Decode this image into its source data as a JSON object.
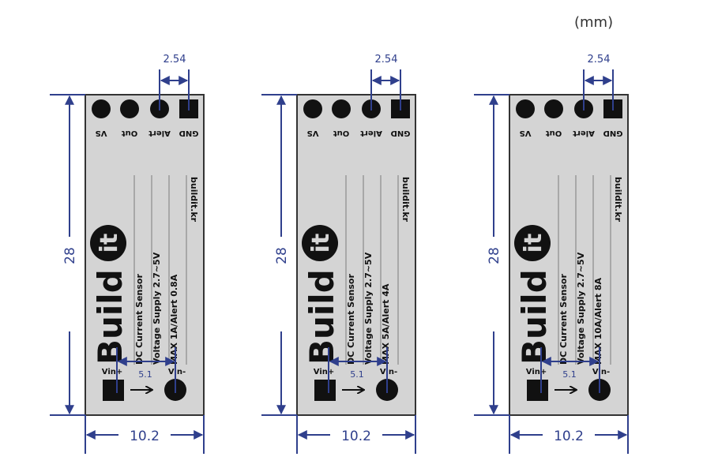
{
  "unit_label": "(mm)",
  "colors": {
    "dimension": "#2f3f8c",
    "board": "#d4d4d4",
    "ink": "#111111"
  },
  "boards": [
    {
      "pins": [
        "VS",
        "Out",
        "Alert",
        "GND"
      ],
      "line1": "DC Current Sensor",
      "line2": "Voltage Supply 2.7~5V",
      "line3": "MAX 1A/Alert 0.8A",
      "url": "buildit.kr",
      "logo_main": "Build",
      "logo_circle": "it",
      "vin_plus": "Vin+",
      "vin_minus": "Vin-",
      "dim_pitch": "2.54",
      "dim_height": "28",
      "dim_width": "10.2",
      "dim_vin": "5.1"
    },
    {
      "pins": [
        "VS",
        "Out",
        "Alert",
        "GND"
      ],
      "line1": "DC Current Sensor",
      "line2": "Voltage Supply 2.7~5V",
      "line3": "MAX 5A/Alert 4A",
      "url": "buildit.kr",
      "logo_main": "Build",
      "logo_circle": "it",
      "vin_plus": "Vin+",
      "vin_minus": "Vin-",
      "dim_pitch": "2.54",
      "dim_height": "28",
      "dim_width": "10.2",
      "dim_vin": "5.1"
    },
    {
      "pins": [
        "VS",
        "Out",
        "Alert",
        "GND"
      ],
      "line1": "DC Current Sensor",
      "line2": "Voltage Supply 2.7~5V",
      "line3": "MAX 10A/Alert 8A",
      "url": "buildit.kr",
      "logo_main": "Build",
      "logo_circle": "it",
      "vin_plus": "Vin+",
      "vin_minus": "Vin-",
      "dim_pitch": "2.54",
      "dim_height": "28",
      "dim_width": "10.2",
      "dim_vin": "5.1"
    }
  ]
}
